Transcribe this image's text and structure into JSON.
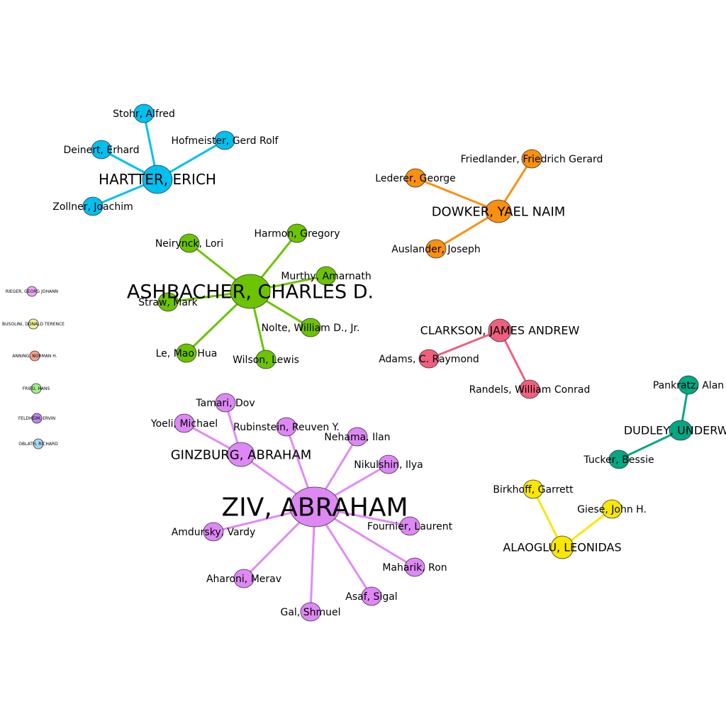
{
  "colors": {
    "blue": "#00C0EF",
    "green": "#6CC400",
    "orange": "#FA9010",
    "red": "#F0607E",
    "teal": "#00A883",
    "yellow": "#FAE700",
    "violet": "#DE88F5",
    "violet_edge": "#E08BF8",
    "pink_small": "#F4A6F8",
    "lightyellow_small": "#EEF29A",
    "salmon_small": "#F5A28C",
    "lightgreen_small": "#A2F08C",
    "purple_small": "#B888EE",
    "lightblue_small": "#A6D8F2"
  },
  "diagram": {
    "clusters": [
      {
        "name": "HARTTER, ERICH",
        "color_key": "blue",
        "members": [
          "Stohr, Alfred",
          "Deinert, Erhard",
          "Hofmeister, Gerd Rolf",
          "Zollner, Joachim"
        ]
      },
      {
        "name": "DOWKER, YAEL NAIM",
        "color_key": "orange",
        "members": [
          "Friedlander, Friedrich Gerard",
          "Lederer, George",
          "Auslander, Joseph"
        ]
      },
      {
        "name": "ASHBACHER, CHARLES D.",
        "color_key": "green",
        "members": [
          "Neirynck, Lori",
          "Harmon, Gregory",
          "Murthy, Amarnath",
          "Straw, Mark",
          "Nolte, William D., Jr.",
          "Le, Mao Hua",
          "Wilson, Lewis"
        ]
      },
      {
        "name": "CLARKSON, JAMES ANDREW",
        "color_key": "red",
        "members": [
          "Adams, C. Raymond",
          "Randels, William Conrad"
        ]
      },
      {
        "name": "DUDLEY, UNDERWO",
        "color_key": "teal",
        "members": [
          "Pankratz, Alan",
          "Tucker, Bessie"
        ]
      },
      {
        "name": "ALAOGLU, LEONIDAS",
        "color_key": "yellow",
        "members": [
          "Birkhoff, Garrett",
          "Giese, John H."
        ]
      },
      {
        "name": "ZIV, ABRAHAM",
        "color_key": "violet",
        "members": [
          "GINZBURG, ABRAHAM",
          "Rubinstein, Reuven Y.",
          "Nehama, Ilan",
          "Nikulshin, Ilya",
          "Fournier, Laurent",
          "Maharik, Ron",
          "Asaf, Sigal",
          "Gal, Shmuel",
          "Aharoni, Merav",
          "Amdursky, Vardy"
        ]
      },
      {
        "name": "GINZBURG, ABRAHAM",
        "color_key": "violet",
        "members": [
          "Tamari, Dov",
          "Yoeli, Michael"
        ]
      }
    ],
    "isolated": [
      {
        "name": "RIEGER, GEORG JOHANN",
        "color_key": "pink_small"
      },
      {
        "name": "BUSOLINI, DONALD TERENCE",
        "color_key": "lightyellow_small"
      },
      {
        "name": "ANNING, NORMAN H.",
        "color_key": "salmon_small"
      },
      {
        "name": "FRIED, HANS",
        "color_key": "lightgreen_small"
      },
      {
        "name": "FELDHEIM, ERVIN",
        "color_key": "purple_small"
      },
      {
        "name": "OBLATH, RICHARD",
        "color_key": "lightblue_small"
      }
    ]
  }
}
